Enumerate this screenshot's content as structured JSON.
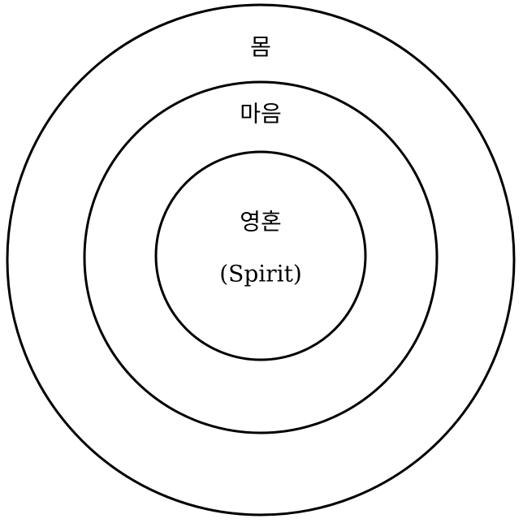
{
  "diagram": {
    "outer_label": "몸",
    "middle_label": "마음",
    "inner_label": "영혼",
    "inner_sublabel": "(Spirit)",
    "line_color": "#000000",
    "background_color": "#ffffff"
  }
}
